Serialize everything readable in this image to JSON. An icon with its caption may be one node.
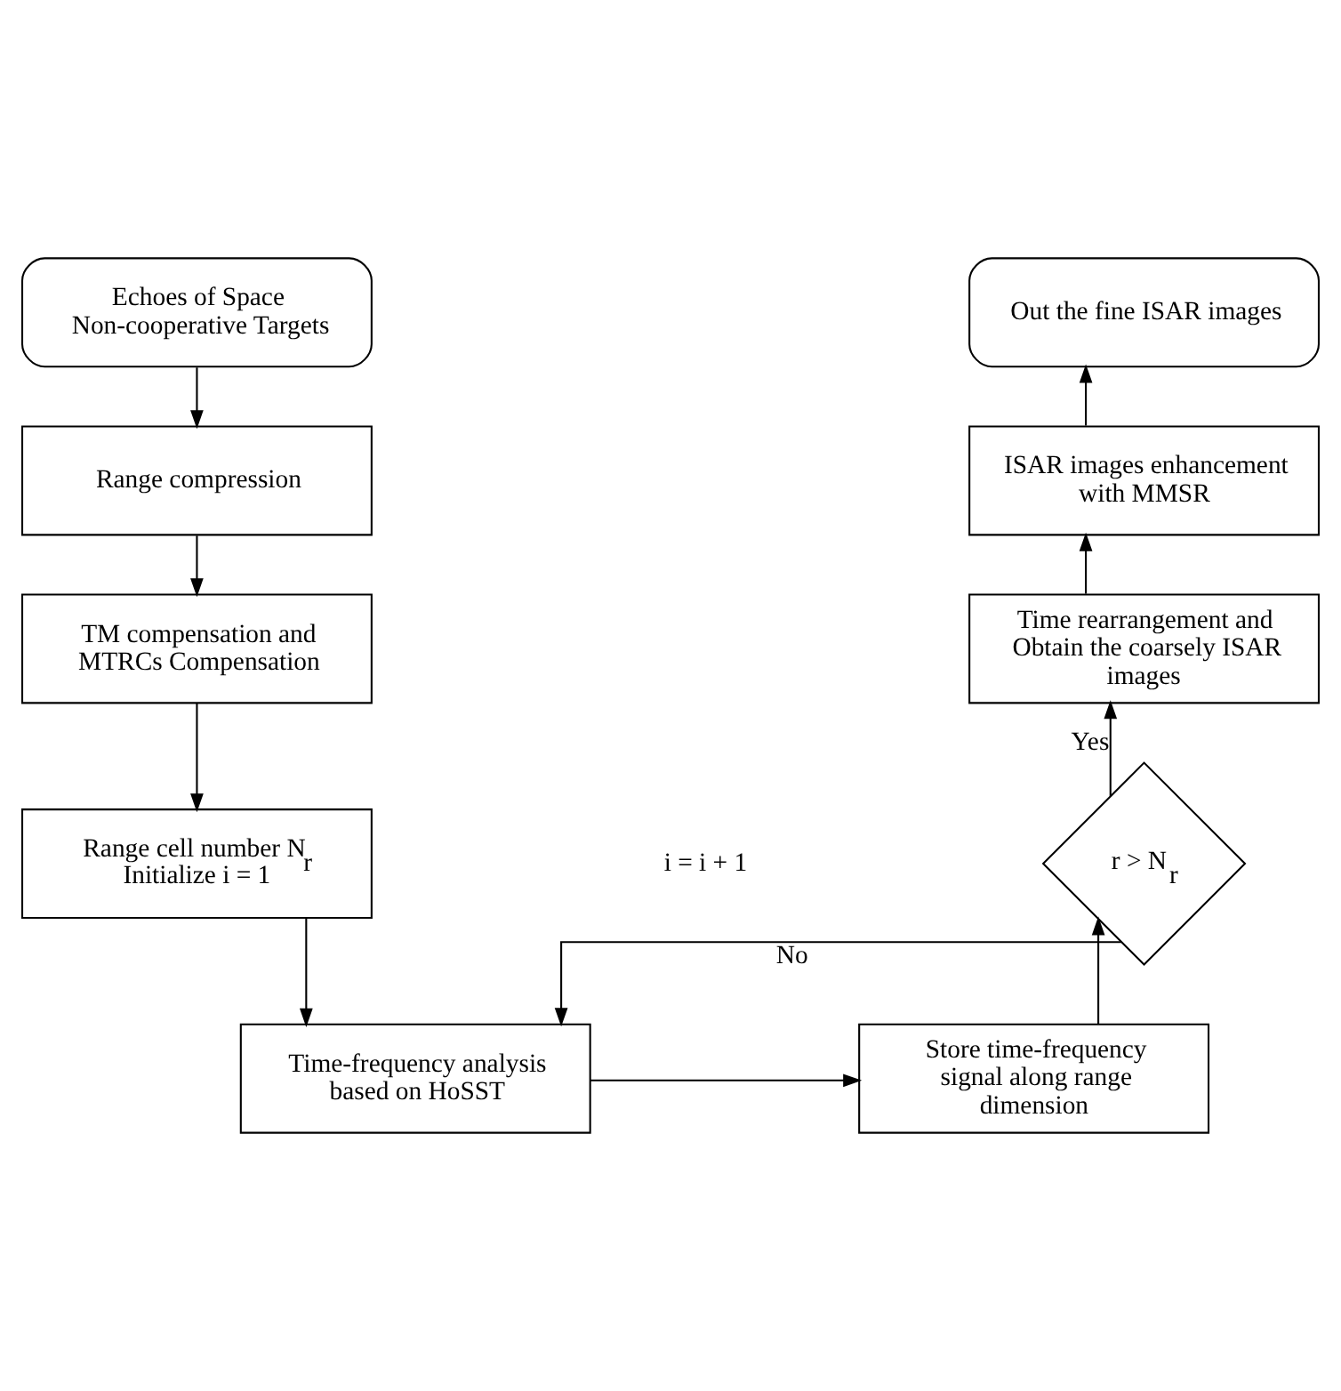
{
  "diagram": {
    "nodes": [
      {
        "text": [
          "Echoes of Space Non-cooperative Targets"
        ]
      },
      {
        "text": [
          "Range compression"
        ]
      },
      {
        "text": [
          "TM compensation and MTRCs Compensation"
        ]
      },
      {
        "text": [
          "Range cell number N$_{r}$ Initialize i = 1"
        ]
      },
      {
        "text": [
          "Time-frequency analysis based on HoSST"
        ]
      },
      {
        "text": [
          "Store time-frequency signal along range dimension"
        ]
      },
      {
        "text": [
          "r > N$_{r}$"
        ]
      },
      {
        "text": [
          "Time rearrangement and Obtain the coarsely ISAR images"
        ]
      },
      {
        "text": [
          "ISAR images enhancement with MMSR"
        ]
      },
      {
        "text": [
          "Out the fine ISAR images"
        ]
      }
    ],
    "edges": [
      {
        "from": 0,
        "to": 1,
        "arrow": "to"
      },
      {
        "from": 1,
        "to": 2,
        "arrow": "to"
      },
      {
        "from": 2,
        "to": 3,
        "arrow": "to"
      },
      {
        "from": 3,
        "to": 4,
        "arrow": "to"
      },
      {
        "from": 4,
        "to": 5,
        "arrow": "to"
      },
      {
        "from": 5,
        "to": 6,
        "arrow": "to"
      },
      {
        "from": 6,
        "to": 7,
        "arrow": "to",
        "label": "Yes"
      },
      {
        "from": 6,
        "to": 4,
        "arrow": "to",
        "label": "No"
      },
      {
        "from": 7,
        "to": 8,
        "arrow": "to"
      },
      {
        "from": 8,
        "to": 9,
        "arrow": "to"
      }
    ],
    "labels": [
      "i = i + 1"
    ]
  }
}
